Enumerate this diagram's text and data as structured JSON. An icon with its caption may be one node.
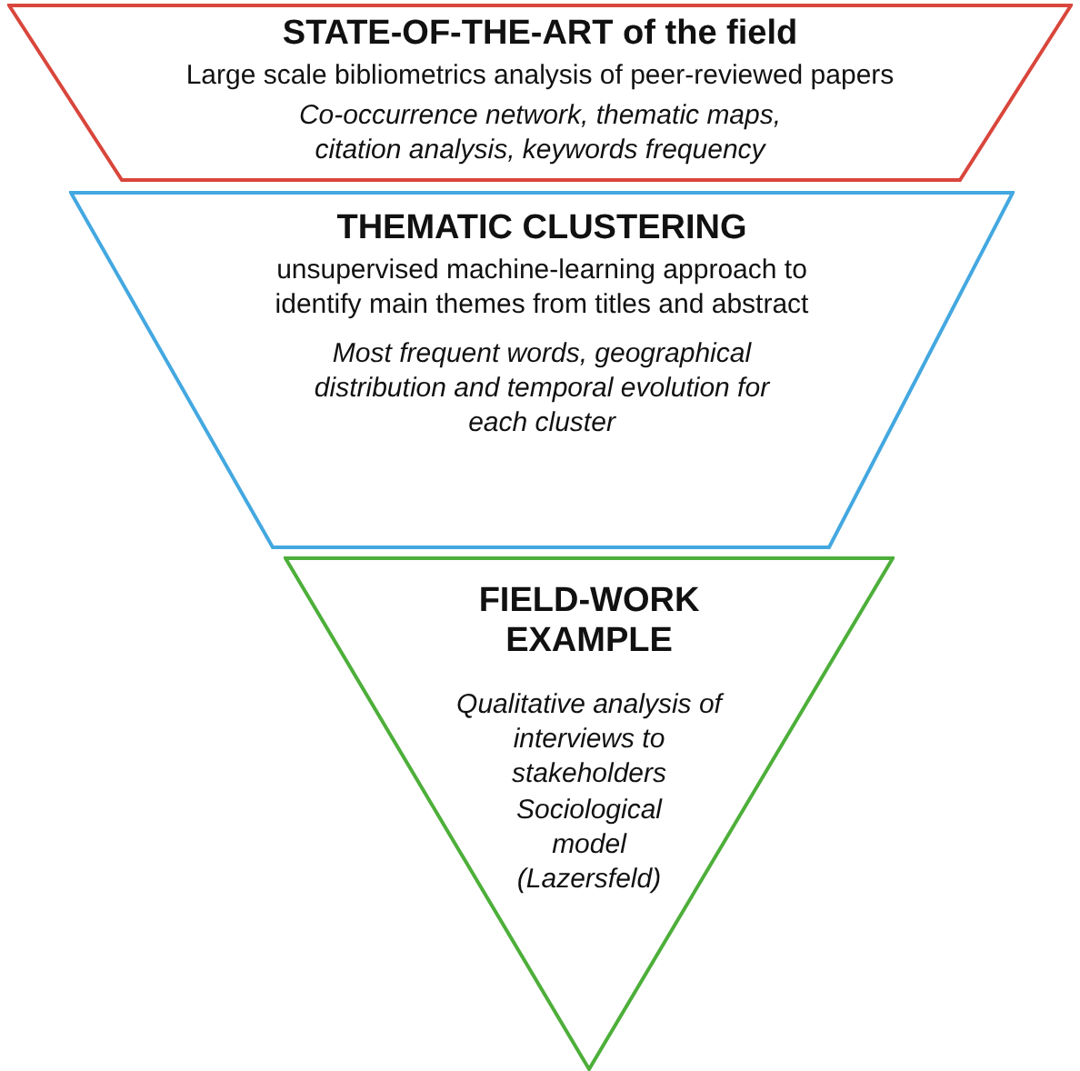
{
  "diagram": {
    "nodes": [
      {
        "text": [
          "STATE-OF-THE-ART of the field",
          "Large scale bibliometrics analysis of peer-reviewed papers",
          "Co-occurrence network, thematic maps, citation analysis, keywords frequency"
        ]
      },
      {
        "text": [
          "THEMATIC CLUSTERING",
          "unsupervised machine-learning approach to identify main themes from titles and abstract",
          "Most frequent words, geographical distribution and temporal evolution for each cluster"
        ]
      },
      {
        "text": [
          "FIELD-WORK EXAMPLE",
          "Qualitative analysis of interviews to stakeholders",
          "Sociological model (Lazersfeld)"
        ]
      }
    ]
  }
}
